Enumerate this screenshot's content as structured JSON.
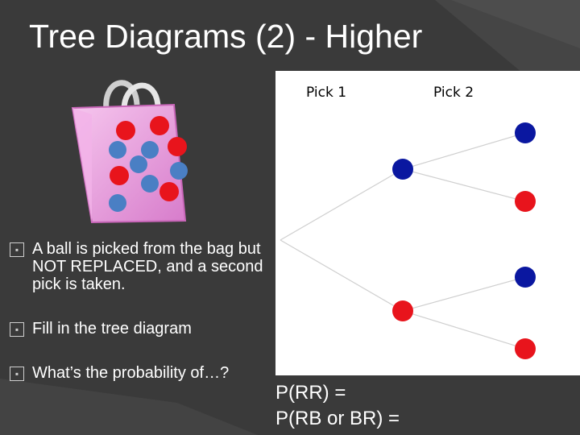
{
  "slide": {
    "title": "Tree Diagrams (2) - Higher"
  },
  "bullets": [
    {
      "marker": "▪",
      "text": "A ball is picked from the bag but NOT REPLACED, and a second pick is taken."
    },
    {
      "marker": "▪",
      "text": " Fill in the tree diagram"
    },
    {
      "marker": "▪",
      "text": "What’s the probability of…?"
    }
  ],
  "tree": {
    "pick1_label": "Pick 1",
    "pick2_label": "Pick 2",
    "colors": {
      "red": "#e8141c",
      "blue": "#0a17a0"
    }
  },
  "answers": {
    "line1": "P(RR) =",
    "line2": "P(RB or BR) ="
  },
  "bag": {
    "colors": {
      "bag": "#e58bd8",
      "red_ball": "#e8141c",
      "blue_ball": "#4a7fc4"
    }
  }
}
